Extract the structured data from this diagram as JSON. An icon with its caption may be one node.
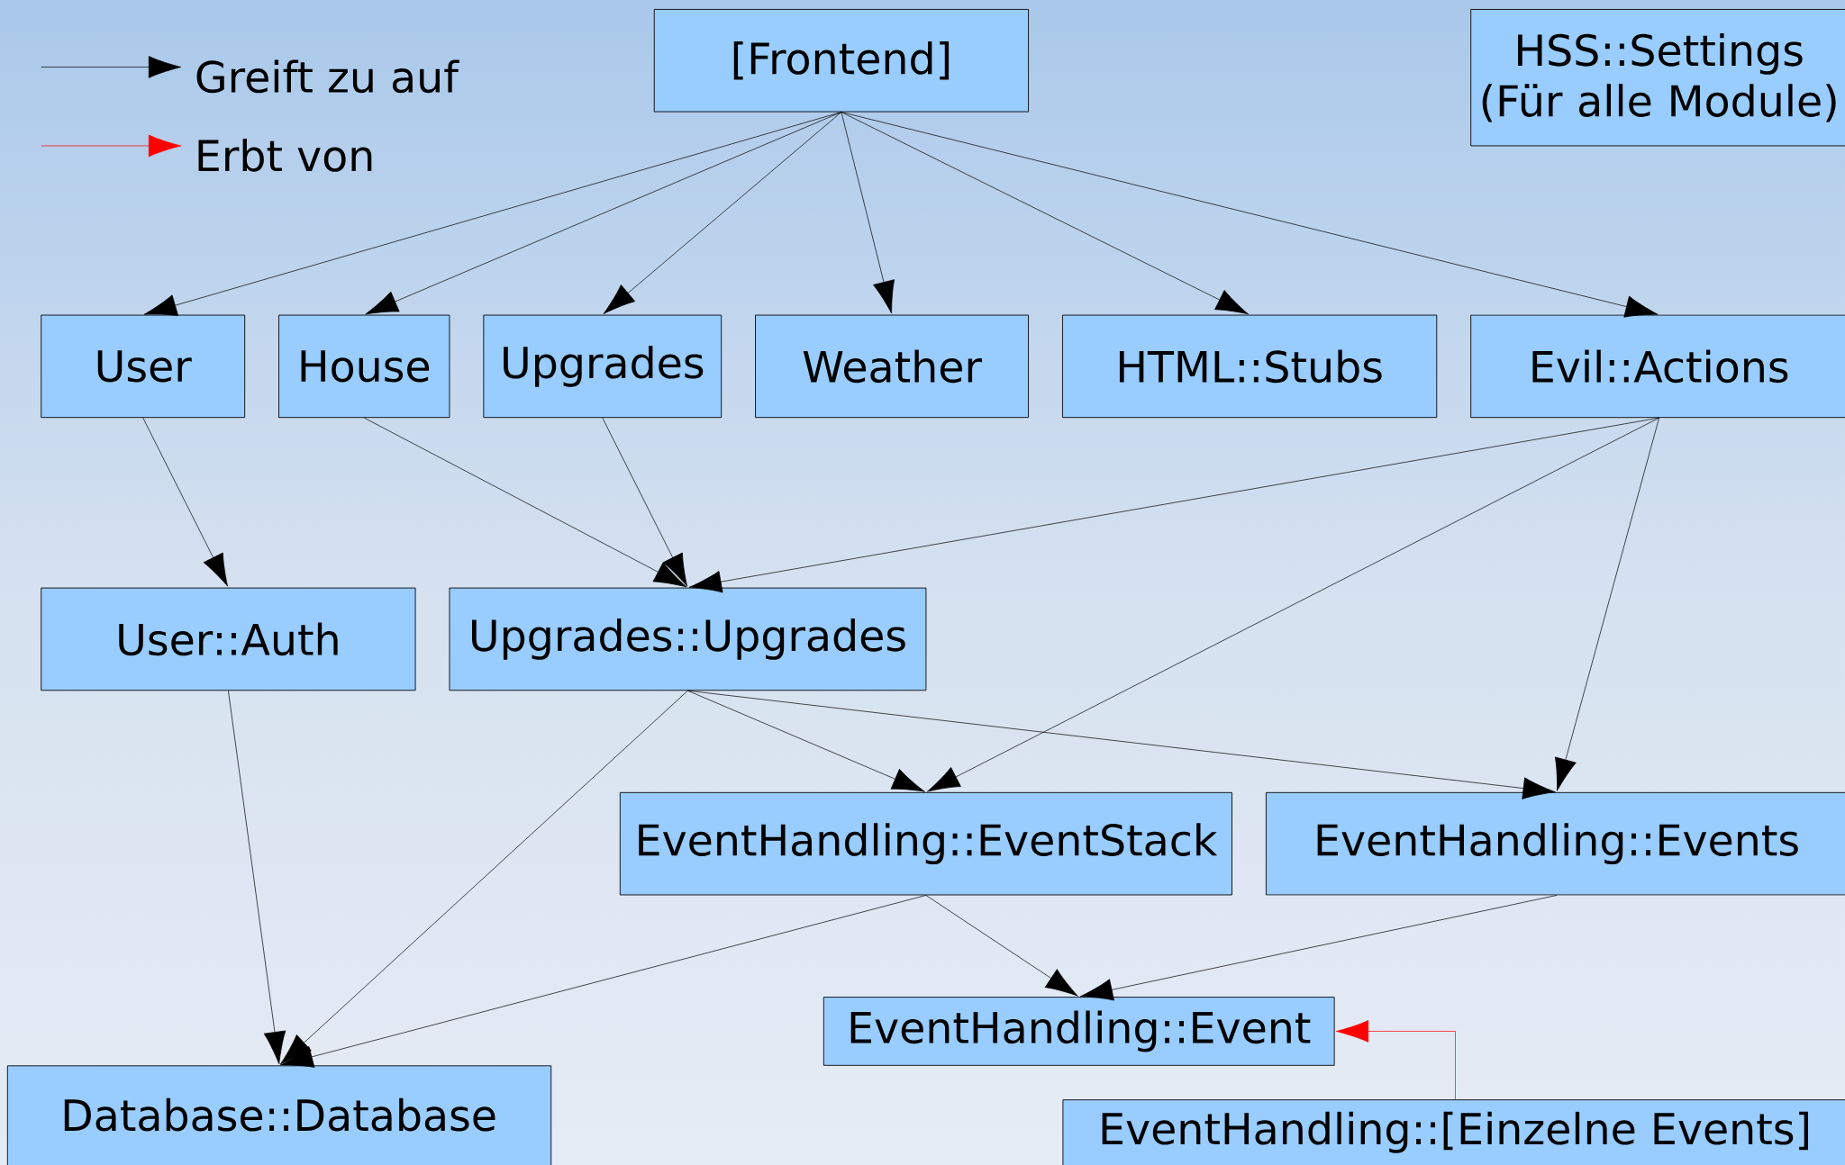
{
  "diagram": {
    "nodes": [
      {
        "text": [
          "[Frontend]"
        ]
      },
      {
        "text": [
          "HSS::Settings (Für alle Module)"
        ]
      },
      {
        "text": [
          "User"
        ]
      },
      {
        "text": [
          "House"
        ]
      },
      {
        "text": [
          "Upgrades"
        ]
      },
      {
        "text": [
          "Weather"
        ]
      },
      {
        "text": [
          "HTML::Stubs"
        ]
      },
      {
        "text": [
          "Evil::Actions"
        ]
      },
      {
        "text": [
          "User::Auth"
        ]
      },
      {
        "text": [
          "Upgrades::Upgrades"
        ]
      },
      {
        "text": [
          "EventHandling::EventStack"
        ]
      },
      {
        "text": [
          "EventHandling::Events"
        ]
      },
      {
        "text": [
          "EventHandling::Event"
        ]
      },
      {
        "text": [
          "Database::Database"
        ]
      },
      {
        "text": [
          "EventHandling::[Einzelne Events]"
        ]
      }
    ],
    "edges": [
      {
        "from": 0,
        "to": 2,
        "arrow": "to"
      },
      {
        "from": 0,
        "to": 3,
        "arrow": "to"
      },
      {
        "from": 0,
        "to": 4,
        "arrow": "to"
      },
      {
        "from": 0,
        "to": 5,
        "arrow": "to"
      },
      {
        "from": 0,
        "to": 6,
        "arrow": "to"
      },
      {
        "from": 0,
        "to": 7,
        "arrow": "to"
      },
      {
        "from": 2,
        "to": 8,
        "arrow": "to"
      },
      {
        "from": 3,
        "to": 9,
        "arrow": "to"
      },
      {
        "from": 4,
        "to": 9,
        "arrow": "to"
      },
      {
        "from": 7,
        "to": 9,
        "arrow": "to"
      },
      {
        "from": 7,
        "to": 10,
        "arrow": "to"
      },
      {
        "from": 7,
        "to": 11,
        "arrow": "to"
      },
      {
        "from": 9,
        "to": 10,
        "arrow": "to"
      },
      {
        "from": 9,
        "to": 11,
        "arrow": "to"
      },
      {
        "from": 9,
        "to": 13,
        "arrow": "to"
      },
      {
        "from": 8,
        "to": 13,
        "arrow": "to"
      },
      {
        "from": 10,
        "to": 13,
        "arrow": "to"
      },
      {
        "from": 10,
        "to": 12,
        "arrow": "to"
      },
      {
        "from": 11,
        "to": 12,
        "arrow": "to"
      },
      {
        "from": 14,
        "to": 12,
        "arrow": "to",
        "color": "#ff0000"
      }
    ],
    "legend": [
      {
        "text": "Greift zu auf"
      },
      {
        "text": "Erbt von"
      }
    ]
  }
}
